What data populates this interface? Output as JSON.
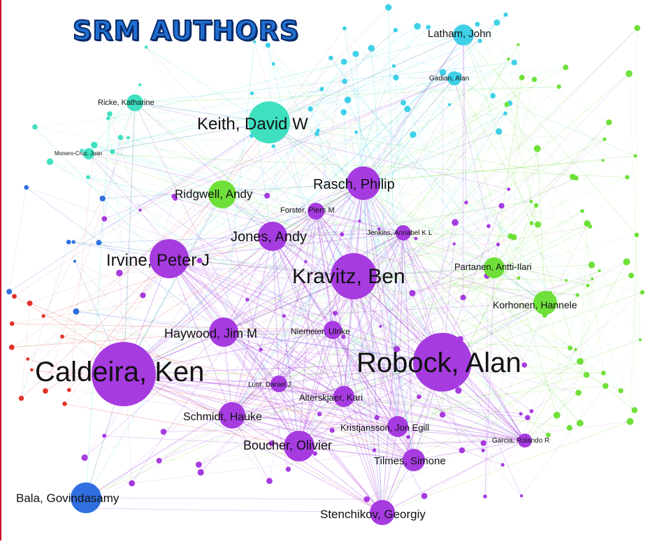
{
  "title": "SRM AUTHORS",
  "colors": {
    "cyan": "#3fd0e8",
    "teal": "#3ee0c0",
    "purple": "#a63be0",
    "green": "#6fe03a",
    "red": "#e0342a",
    "blue": "#2f6fe0"
  },
  "nodes": [
    {
      "id": "caldeira",
      "label": "Caldeira, Ken",
      "size": 46,
      "color": "purple"
    },
    {
      "id": "robock",
      "label": "Robock, Alan",
      "size": 42,
      "color": "purple"
    },
    {
      "id": "kravitz",
      "label": "Kravitz, Ben",
      "size": 33,
      "color": "purple"
    },
    {
      "id": "irvine",
      "label": "Irvine, Peter J",
      "size": 28,
      "color": "purple"
    },
    {
      "id": "keith",
      "label": "Keith, David W",
      "size": 30,
      "color": "teal"
    },
    {
      "id": "rasch",
      "label": "Rasch, Philip",
      "size": 24,
      "color": "purple"
    },
    {
      "id": "jones",
      "label": "Jones, Andy",
      "size": 21,
      "color": "purple"
    },
    {
      "id": "haywood",
      "label": "Haywood, Jim M",
      "size": 21,
      "color": "purple"
    },
    {
      "id": "boucher",
      "label": "Boucher, Olivier",
      "size": 22,
      "color": "purple"
    },
    {
      "id": "schmidt",
      "label": "Schmidt, Hauke",
      "size": 19,
      "color": "purple"
    },
    {
      "id": "stenchikov",
      "label": "Stenchikov, Georgiy",
      "size": 18,
      "color": "purple"
    },
    {
      "id": "tilmes",
      "label": "Tilmes, Simone",
      "size": 16,
      "color": "purple"
    },
    {
      "id": "kristjansson",
      "label": "Kristjansson, Jon Egill",
      "size": 15,
      "color": "purple"
    },
    {
      "id": "alterskjaer",
      "label": "Alterskjaer, Kari",
      "size": 15,
      "color": "purple"
    },
    {
      "id": "niemeier",
      "label": "Niemeier, Ulrike",
      "size": 13,
      "color": "purple"
    },
    {
      "id": "lunt",
      "label": "Lunt, Daniel J",
      "size": 12,
      "color": "purple"
    },
    {
      "id": "forster",
      "label": "Forster, Piers M",
      "size": 12,
      "color": "purple"
    },
    {
      "id": "jenkins",
      "label": "Jenkins, Annabel K L",
      "size": 11,
      "color": "purple"
    },
    {
      "id": "ridgwell",
      "label": "Ridgwell, Andy",
      "size": 20,
      "color": "green"
    },
    {
      "id": "partanen",
      "label": "Partanen, Antti-Ilari",
      "size": 15,
      "color": "green"
    },
    {
      "id": "korhonen",
      "label": "Korhonen, Hannele",
      "size": 17,
      "color": "green"
    },
    {
      "id": "garcia",
      "label": "Garcia, Rolando R",
      "size": 10,
      "color": "purple"
    },
    {
      "id": "latham",
      "label": "Latham, John",
      "size": 15,
      "color": "cyan"
    },
    {
      "id": "gadian",
      "label": "Gadian, Alan",
      "size": 10,
      "color": "cyan"
    },
    {
      "id": "ricke",
      "label": "Ricke, Katharine",
      "size": 12,
      "color": "teal"
    },
    {
      "id": "monero",
      "label": "Monero-Cruz, Juan",
      "size": 8,
      "color": "teal"
    },
    {
      "id": "bala",
      "label": "Bala, Govindasamy",
      "size": 22,
      "color": "blue"
    }
  ]
}
